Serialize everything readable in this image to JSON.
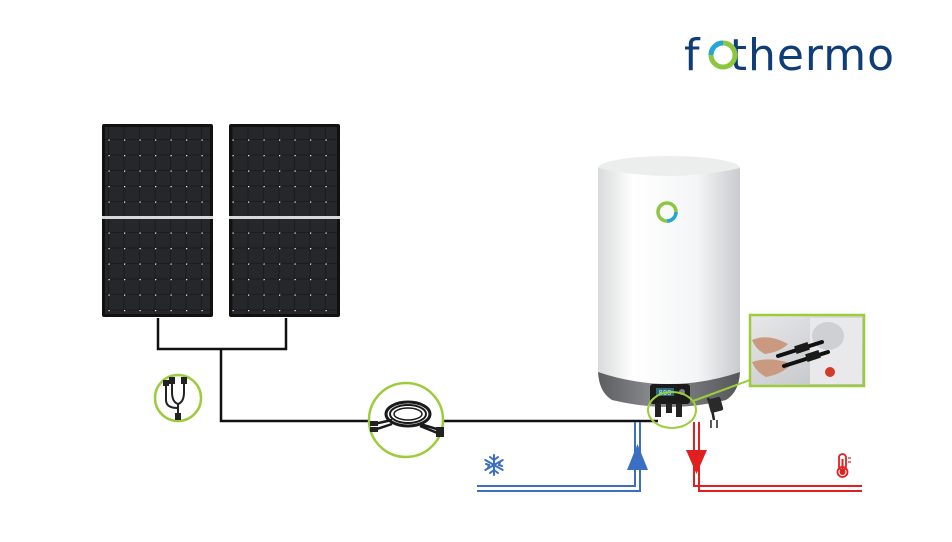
{
  "brand": {
    "logo_text_prefix": "f",
    "logo_text_suffix": "thermo",
    "colors": {
      "navy": "#0e3d78",
      "green": "#8dc63f",
      "cyan": "#25a6d9"
    }
  },
  "diagram": {
    "components": [
      {
        "id": "solar-panel-1",
        "icon": "solar-panel-icon"
      },
      {
        "id": "solar-panel-2",
        "icon": "solar-panel-icon"
      },
      {
        "id": "y-connector",
        "icon": "y-branch-connector-icon"
      },
      {
        "id": "extension-cable",
        "icon": "cable-coil-icon"
      },
      {
        "id": "water-heater",
        "icon": "water-heater-icon"
      },
      {
        "id": "connection-detail",
        "icon": "connector-closeup-icon"
      },
      {
        "id": "cold-water",
        "icon": "snowflake-icon",
        "color": "#3b6fc4"
      },
      {
        "id": "hot-water",
        "icon": "thermometer-icon",
        "color": "#e02020"
      }
    ],
    "wire_color": "#111111",
    "highlight_color": "#9ccc3c",
    "display_segments": "888"
  }
}
